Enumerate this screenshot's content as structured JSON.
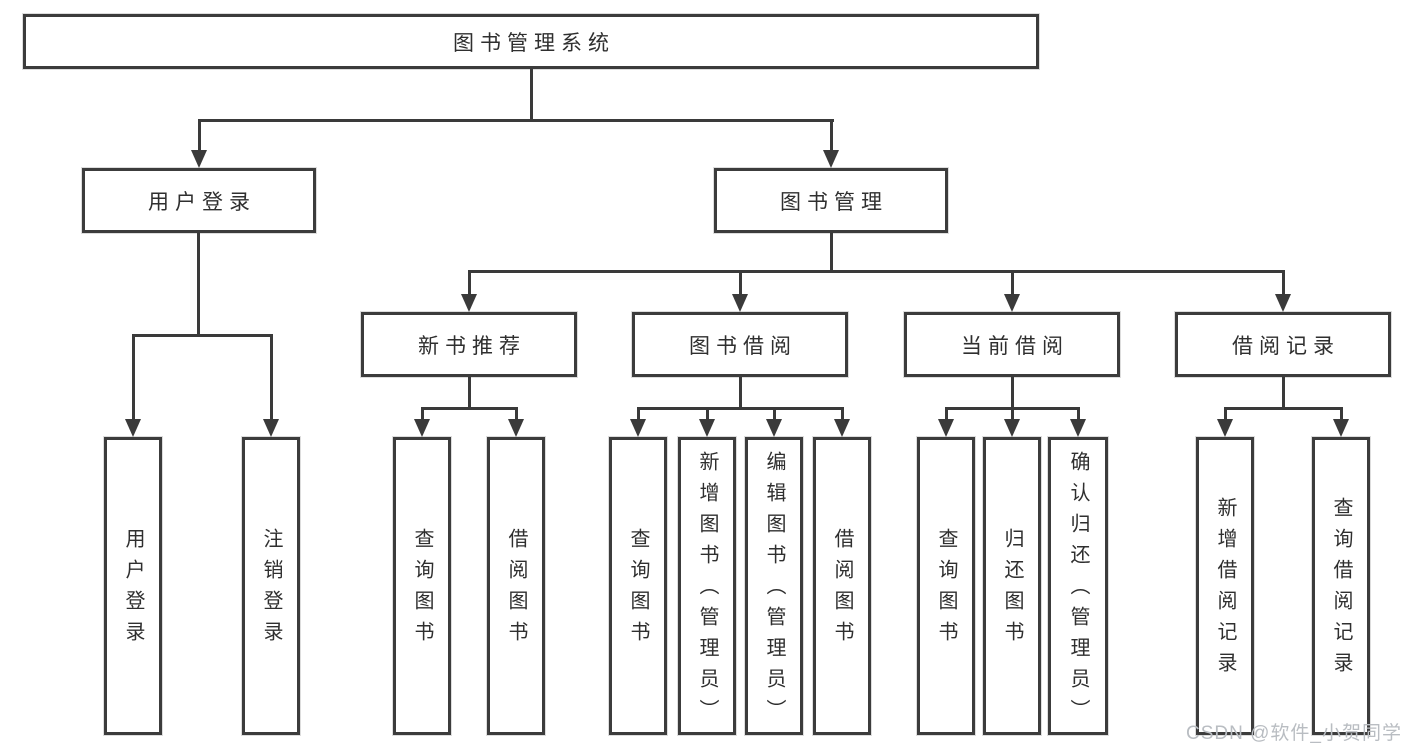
{
  "diagram_title": "图书管理系统",
  "colors": {
    "line": "#3a3a3a",
    "border": "#3c3c3c",
    "text": "#2f2f2f",
    "background": "#ffffff",
    "watermark": "#b9bdc2"
  },
  "tree": {
    "root": {
      "label": "图书管理系统"
    },
    "branches": [
      {
        "label": "用户登录",
        "children": [
          {
            "label": "用户登录"
          },
          {
            "label": "注销登录"
          }
        ]
      },
      {
        "label": "图书管理",
        "children": [
          {
            "label": "新书推荐",
            "children": [
              {
                "label": "查询图书"
              },
              {
                "label": "借阅图书"
              }
            ]
          },
          {
            "label": "图书借阅",
            "children": [
              {
                "label": "查询图书"
              },
              {
                "label": "新增图书（管理员）"
              },
              {
                "label": "编辑图书（管理员）"
              },
              {
                "label": "借阅图书"
              }
            ]
          },
          {
            "label": "当前借阅",
            "children": [
              {
                "label": "查询图书"
              },
              {
                "label": "归还图书"
              },
              {
                "label": "确认归还（管理员）"
              }
            ]
          },
          {
            "label": "借阅记录",
            "children": [
              {
                "label": "新增借阅记录"
              },
              {
                "label": "查询借阅记录"
              }
            ]
          }
        ]
      }
    ]
  },
  "watermark": {
    "text": "CSDN @软件_小贺同学"
  }
}
